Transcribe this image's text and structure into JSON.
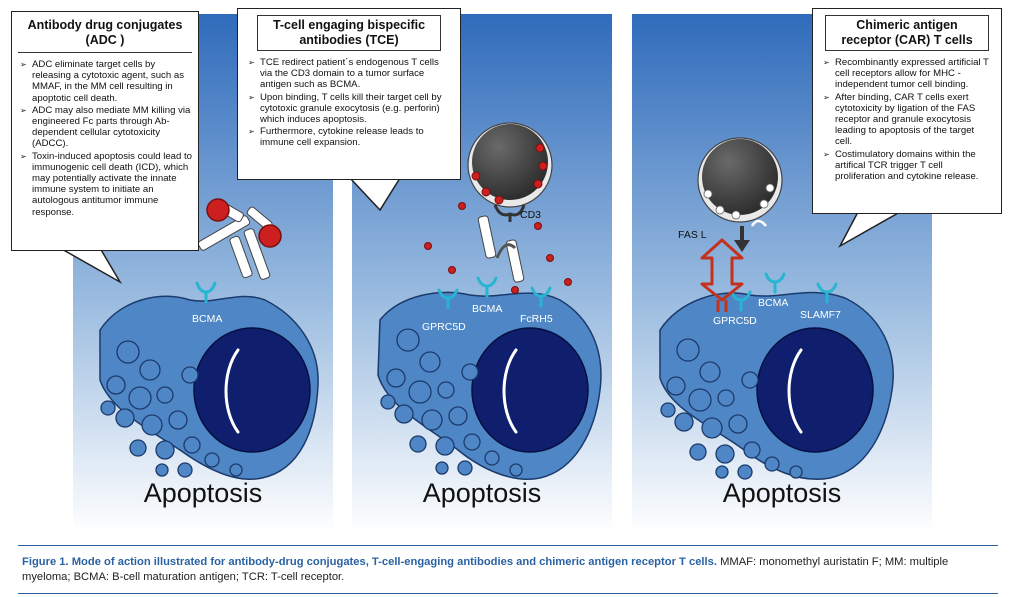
{
  "panels": [
    {
      "id": "adc",
      "title": "Antibody drug conjugates (ADC )",
      "bullets": [
        "ADC eliminate target cells by releasing a cytotoxic agent, such as MMAF, in the MM cell resulting in apoptotic cell death.",
        "ADC may also mediate MM killing via engineered Fc parts through Ab-dependent cellular cytotoxicity (ADCC).",
        "Toxin-induced apoptosis could lead to immunogenic cell death (ICD), which may potentially activate the innate immune system to initiate an autologous antitumor immune response."
      ],
      "receptor_labels": [
        "BCMA"
      ],
      "outcome": "Apoptosis"
    },
    {
      "id": "tce",
      "title": "T-cell engaging bispecific antibodies (TCE)",
      "bullets": [
        "TCE redirect patient´s endogenous T cells via the CD3 domain to a tumor surface antigen such as BCMA.",
        "Upon binding, T cells kill their target cell by cytotoxic granule exocytosis (e.g. perforin) which induces apoptosis.",
        "Furthermore, cytokine release leads to immune cell expansion."
      ],
      "tcell_label": "CD3",
      "receptor_labels": [
        "GPRC5D",
        "BCMA",
        "FcRH5"
      ],
      "outcome": "Apoptosis"
    },
    {
      "id": "car",
      "title": "Chimeric antigen receptor (CAR) T cells",
      "bullets": [
        "Recombinantly expressed artificial T cell receptors allow for MHC - independent tumor cell binding.",
        "After binding, CAR T cells exert cytotoxicity by ligation of the FAS receptor and granule exocytosis leading to apoptosis of the target cell.",
        "Costimulatory domains within the artifical TCR trigger T cell proliferation and cytokine release."
      ],
      "tcell_label": "FAS L",
      "receptor_labels": [
        "GPRC5D",
        "BCMA",
        "SLAMF7"
      ],
      "outcome": "Apoptosis"
    }
  ],
  "caption": {
    "lead": "Figure 1. Mode of action illustrated for antibody-drug conjugates, T-cell-engaging antibodies and chimeric antigen receptor T cells.",
    "rest": " MMAF: monomethyl auristatin F; MM: multiple myeloma; BCMA: B-cell maturation antigen; TCR: T-cell receptor."
  },
  "colors": {
    "bg_top": "#2f6bbb",
    "bg_bottom": "#ffffff",
    "cell": "#4e86c6",
    "cell_border": "#1c3a6b",
    "nucleus": "#0f1f6e",
    "receptor": "#27b5d1",
    "toxin": "#cc1f1f",
    "tcell": "#3a3a3a",
    "car_receptor": "#c4321c",
    "caption_blue": "#2a62a3"
  }
}
